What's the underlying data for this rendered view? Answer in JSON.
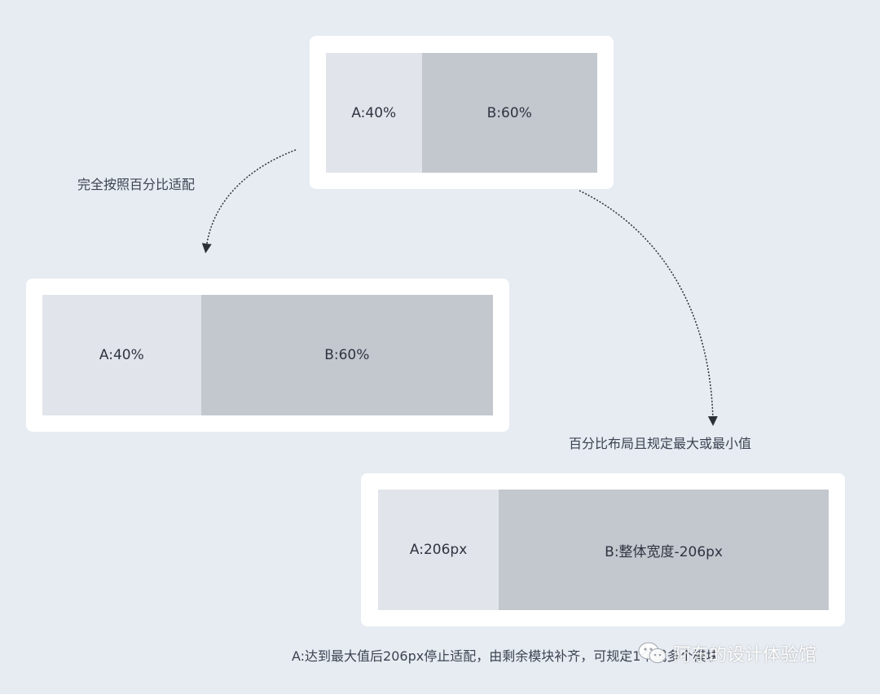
{
  "diagram": {
    "top_box": {
      "a_label": "A:40%",
      "b_label": "B:60%",
      "a_fraction": 0.353
    },
    "left_box": {
      "a_label": "A:40%",
      "b_label": "B:60%",
      "a_fraction": 0.352
    },
    "right_box": {
      "a_label": "A:206px",
      "b_label": "B:整体宽度-206px",
      "a_fraction": 0.268
    },
    "captions": {
      "percent_fit": "完全按照百分比适配",
      "min_max": "百分比布局且规定最大或最小值",
      "note": "A:达到最大值后206px停止适配，由剩余模块补齐，可规定1个或多个模块补齐。"
    },
    "colors": {
      "background": "#e7ecf2",
      "card": "#ffffff",
      "segment_a": "#e1e4ea",
      "segment_b": "#c3c7ce",
      "arrow": "#2b2f36"
    }
  },
  "watermark": {
    "text": "阿东的设计体验馆",
    "icon": "wechat-icon"
  }
}
